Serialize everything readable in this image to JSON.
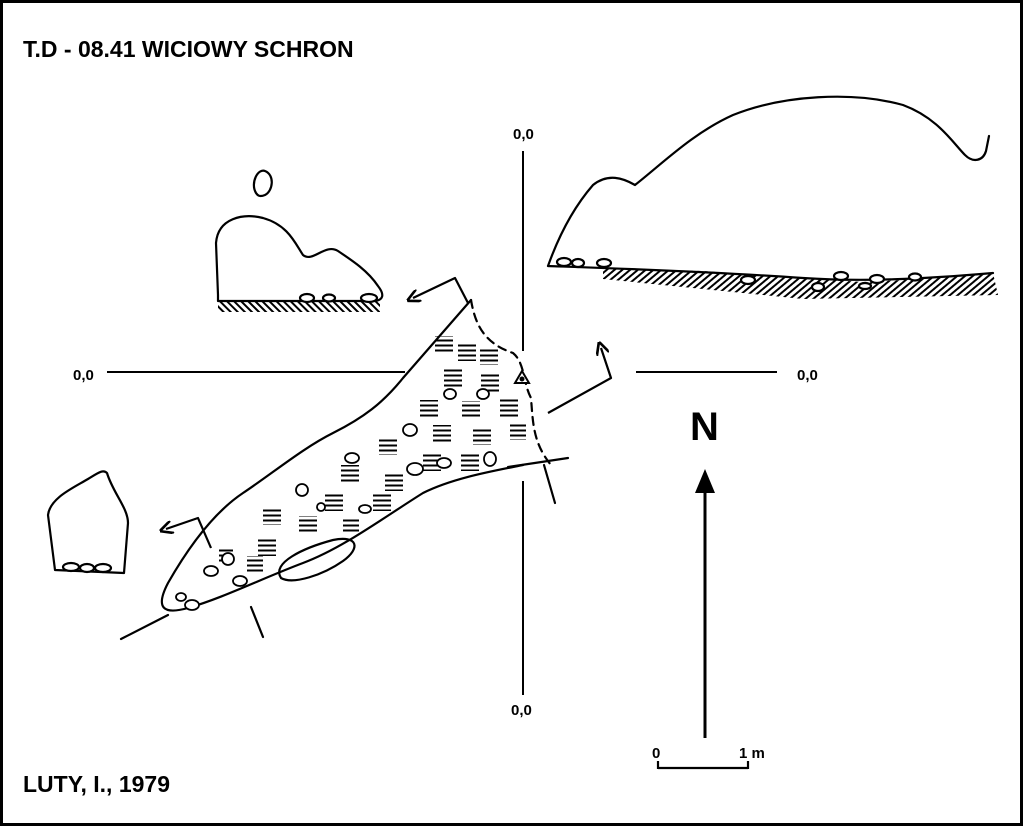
{
  "title": "T.D - 08.41  WICIOWY SCHRON",
  "author": "LUTY, I., 1979",
  "coordinates": {
    "top": "0,0",
    "left": "0,0",
    "right": "0,0",
    "bottom": "0,0"
  },
  "north_label": "N",
  "scale_bar": {
    "start_label": "0",
    "end_label": "1 m"
  },
  "colors": {
    "ink": "#000000",
    "paper": "#ffffff"
  }
}
